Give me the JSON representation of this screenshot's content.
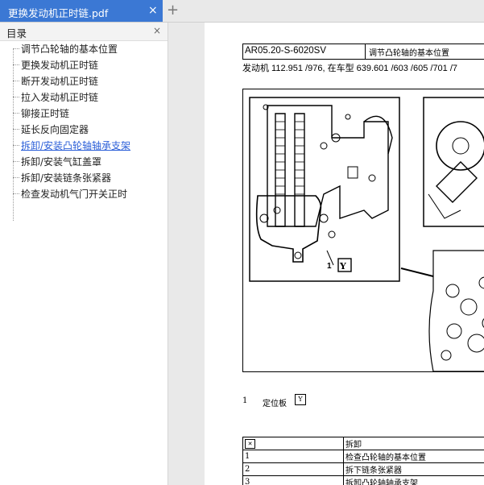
{
  "tab": {
    "title": "更换发动机正时链.pdf",
    "close": "×"
  },
  "new_tab": "+",
  "sidebar": {
    "title": "目录",
    "close": "×",
    "items": [
      {
        "label": "调节凸轮轴的基本位置"
      },
      {
        "label": "更换发动机正时链"
      },
      {
        "label": "断开发动机正时链"
      },
      {
        "label": "拉入发动机正时链"
      },
      {
        "label": "铆接正时链"
      },
      {
        "label": "延长反向固定器"
      },
      {
        "label": "拆卸/安装凸轮轴轴承支架",
        "active": true
      },
      {
        "label": "拆卸/安装气缸盖罩"
      },
      {
        "label": "拆卸/安装链条张紧器"
      },
      {
        "label": "检查发动机气门开关正时"
      }
    ]
  },
  "document": {
    "code": "AR05.20-S-6020SV",
    "header_title": "调节凸轮轴的基本位置",
    "engine_line": "发动机    112.951 /976, 在车型 639.601 /603 /605 /701 /7",
    "figure_label": "1",
    "caption_number": "1",
    "caption_text": "定位板",
    "steps": [
      {
        "num": "",
        "text": "拆卸"
      },
      {
        "num": "1",
        "text": "检查凸轮轴的基本位置"
      },
      {
        "num": "2",
        "text": "拆下链条张紧器"
      },
      {
        "num": "3",
        "text": "拆卸凸轮轴轴承支架"
      }
    ]
  }
}
